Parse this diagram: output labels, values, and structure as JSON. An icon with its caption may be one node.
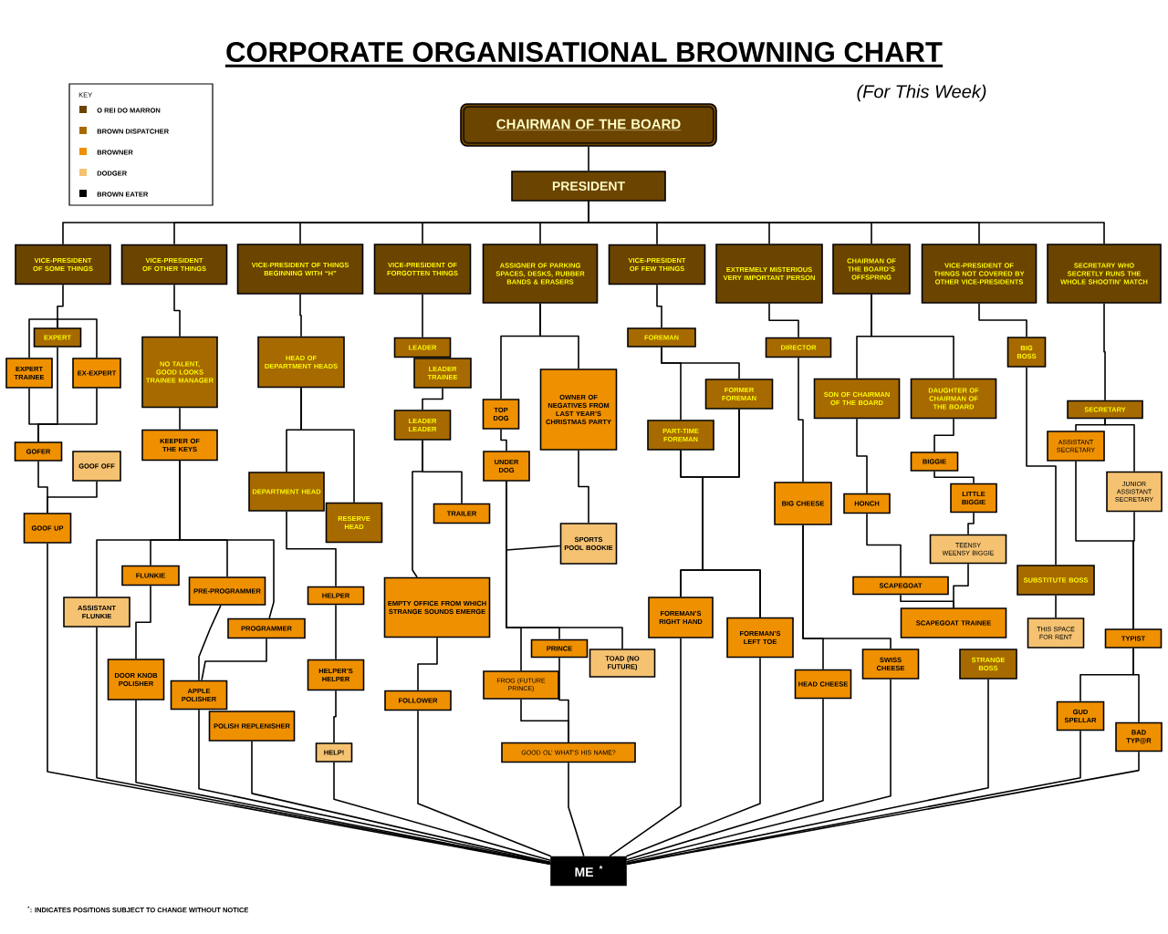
{
  "diagram": {
    "title": "CORPORATE ORGANISATIONAL BROWNING CHART",
    "nodes": [
      {
        "text": [
          "CHAIRMAN OF THE BOARD"
        ]
      },
      {
        "text": [
          "PRESIDENT"
        ]
      },
      {
        "text": [
          "VICE-PRESIDENT OF SOME THINGS"
        ]
      },
      {
        "text": [
          "VICE-PRESIDENT OF OTHER THINGS"
        ]
      },
      {
        "text": [
          "VICE-PRESIDENT OF THINGS BEGINNING WITH “H”"
        ]
      },
      {
        "text": [
          "VICE-PRESIDENT OF FORGOTTEN THINGS"
        ]
      },
      {
        "text": [
          "ASSIGNER OF PARKING SPACES, DESKS, RUBBER BANDS & ERASERS"
        ]
      },
      {
        "text": [
          "VICE-PRESIDENT OF FEW THINGS"
        ]
      },
      {
        "text": [
          "EXTREMELY MISTERIOUS VERY IMPORTANT PERSON"
        ]
      },
      {
        "text": [
          "CHAIRMAN OF THE BOARD’S OFFSPRING"
        ]
      },
      {
        "text": [
          "VICE-PRESIDENT OF THINGS NOT COVERED BY OTHER VICE-PRESIDENTS"
        ]
      },
      {
        "text": [
          "SECRETARY WHO SECRETLY RUNS THE WHOLE SHOOTIN’ MATCH"
        ]
      },
      {
        "text": [
          "EXPERT"
        ]
      },
      {
        "text": [
          "EXPERT TRAINEE"
        ]
      },
      {
        "text": [
          "EX-EXPERT"
        ]
      },
      {
        "text": [
          "GOFER"
        ]
      },
      {
        "text": [
          "GOOF OFF"
        ]
      },
      {
        "text": [
          "GOOF UP"
        ]
      },
      {
        "text": [
          "NO TALENT, GOOD LOOKS TRAINEE MANAGER"
        ]
      },
      {
        "text": [
          "KEEPER OF THE KEYS"
        ]
      },
      {
        "text": [
          "FLUNKIE"
        ]
      },
      {
        "text": [
          "ASSISTANT FLUNKIE"
        ]
      },
      {
        "text": [
          "PRE-PROGRAMMER"
        ]
      },
      {
        "text": [
          "PROGRAMMER"
        ]
      },
      {
        "text": [
          "DOOR KNOB POLISHER"
        ]
      },
      {
        "text": [
          "APPLE POLISHER"
        ]
      },
      {
        "text": [
          "POLISH REPLENISHER"
        ]
      },
      {
        "text": [
          "HEAD OF DEPARTMENT HEADS"
        ]
      },
      {
        "text": [
          "DEPARTMENT HEAD"
        ]
      },
      {
        "text": [
          "RESERVE HEAD"
        ]
      },
      {
        "text": [
          "HELPER"
        ]
      },
      {
        "text": [
          "HELPER’S HELPER"
        ]
      },
      {
        "text": [
          "HELP!"
        ]
      },
      {
        "text": [
          "LEADER"
        ]
      },
      {
        "text": [
          "LEADER TRAINEE"
        ]
      },
      {
        "text": [
          "LEADER LEADER"
        ]
      },
      {
        "text": [
          "TRAILER"
        ]
      },
      {
        "text": [
          "EMPTY OFFICE FROM WHICH STRANGE SOUNDS EMERGE"
        ]
      },
      {
        "text": [
          "FOLLOWER"
        ]
      },
      {
        "text": [
          "TOP DOG"
        ]
      },
      {
        "text": [
          "OWNER OF NEGATIVES FROM LAST YEAR’S CHRISTMAS PARTY"
        ]
      },
      {
        "text": [
          "UNDER DOG"
        ]
      },
      {
        "text": [
          "SPORTS POOL BOOKIE"
        ]
      },
      {
        "text": [
          "PRINCE"
        ]
      },
      {
        "text": [
          "TOAD (NO FUTURE)"
        ]
      },
      {
        "text": [
          "FROG (FUTURE PRINCE)"
        ]
      },
      {
        "text": [
          "GOOD OL’ WHAT’S HIS NAME?"
        ]
      },
      {
        "text": [
          "FOREMAN"
        ]
      },
      {
        "text": [
          "FORMER FOREMAN"
        ]
      },
      {
        "text": [
          "PART-TIME FOREMAN"
        ]
      },
      {
        "text": [
          "FOREMAN’S RIGHT HAND"
        ]
      },
      {
        "text": [
          "FOREMAN’S LEFT TOE"
        ]
      },
      {
        "text": [
          "DIRECTOR"
        ]
      },
      {
        "text": [
          "BIG CHEESE"
        ]
      },
      {
        "text": [
          "HEAD CHEESE"
        ]
      },
      {
        "text": [
          "SWISS CHEESE"
        ]
      },
      {
        "text": [
          "SON OF CHAIRMAN OF THE BOARD"
        ]
      },
      {
        "text": [
          "DAUGHTER OF CHAIRMAN OF THE BOARD"
        ]
      },
      {
        "text": [
          "HONCH"
        ]
      },
      {
        "text": [
          "BIGGIE"
        ]
      },
      {
        "text": [
          "LITTLE BIGGIE"
        ]
      },
      {
        "text": [
          "TEENSY WEENSY BIGGIE"
        ]
      },
      {
        "text": [
          "SCAPEGOAT"
        ]
      },
      {
        "text": [
          "SCAPEGOAT TRAINEE"
        ]
      },
      {
        "text": [
          "STRANGE BOSS"
        ]
      },
      {
        "text": [
          "BIG BOSS"
        ]
      },
      {
        "text": [
          "SUBSTITUTE BOSS"
        ]
      },
      {
        "text": [
          "THIS SPACE FOR RENT"
        ]
      },
      {
        "text": [
          "SECRETARY"
        ]
      },
      {
        "text": [
          "ASSISTANT SECRETARY"
        ]
      },
      {
        "text": [
          "JUNIOR ASSISTANT SECRETARY"
        ]
      },
      {
        "text": [
          "TYPIST"
        ]
      },
      {
        "text": [
          "GUD SPELLAR"
        ]
      },
      {
        "text": [
          "BAD TYP@R"
        ]
      },
      {
        "text": [
          "ME",
          "*"
        ]
      }
    ],
    "edges": [
      {
        "from": 0,
        "to": 1,
        "arrow": "none"
      },
      {
        "from": 1,
        "to": 2,
        "arrow": "none"
      },
      {
        "from": 1,
        "to": 3,
        "arrow": "none"
      },
      {
        "from": 1,
        "to": 4,
        "arrow": "none"
      },
      {
        "from": 1,
        "to": 5,
        "arrow": "none"
      },
      {
        "from": 1,
        "to": 6,
        "arrow": "none"
      },
      {
        "from": 1,
        "to": 7,
        "arrow": "none"
      },
      {
        "from": 1,
        "to": 8,
        "arrow": "none"
      },
      {
        "from": 1,
        "to": 9,
        "arrow": "none"
      },
      {
        "from": 1,
        "to": 10,
        "arrow": "none"
      },
      {
        "from": 1,
        "to": 11,
        "arrow": "none"
      },
      {
        "from": 2,
        "to": 12,
        "arrow": "none"
      },
      {
        "from": 12,
        "to": 13,
        "arrow": "none"
      },
      {
        "from": 12,
        "to": 14,
        "arrow": "none"
      },
      {
        "from": 12,
        "to": 15,
        "arrow": "none"
      },
      {
        "from": 13,
        "to": 15,
        "arrow": "none"
      },
      {
        "from": 14,
        "to": 15,
        "arrow": "none"
      },
      {
        "from": 15,
        "to": 17,
        "arrow": "none"
      },
      {
        "from": 16,
        "to": 17,
        "arrow": "none"
      },
      {
        "from": 3,
        "to": 18,
        "arrow": "none"
      },
      {
        "from": 18,
        "to": 19,
        "arrow": "none"
      },
      {
        "from": 19,
        "to": 21,
        "arrow": "none"
      },
      {
        "from": 19,
        "to": 20,
        "arrow": "none"
      },
      {
        "from": 19,
        "to": 22,
        "arrow": "none"
      },
      {
        "from": 19,
        "to": 23,
        "arrow": "none"
      },
      {
        "from": 20,
        "to": 24,
        "arrow": "none"
      },
      {
        "from": 22,
        "to": 25,
        "arrow": "none"
      },
      {
        "from": 23,
        "to": 25,
        "arrow": "none"
      },
      {
        "from": 4,
        "to": 27,
        "arrow": "none"
      },
      {
        "from": 27,
        "to": 28,
        "arrow": "none"
      },
      {
        "from": 27,
        "to": 29,
        "arrow": "none"
      },
      {
        "from": 28,
        "to": 30,
        "arrow": "none"
      },
      {
        "from": 30,
        "to": 31,
        "arrow": "none"
      },
      {
        "from": 31,
        "to": 32,
        "arrow": "none"
      },
      {
        "from": 5,
        "to": 33,
        "arrow": "none"
      },
      {
        "from": 34,
        "to": 35,
        "arrow": "none"
      },
      {
        "from": 35,
        "to": 36,
        "arrow": "none"
      },
      {
        "from": 35,
        "to": 37,
        "arrow": "none"
      },
      {
        "from": 37,
        "to": 38,
        "arrow": "none"
      },
      {
        "from": 6,
        "to": 39,
        "arrow": "none"
      },
      {
        "from": 6,
        "to": 40,
        "arrow": "none"
      },
      {
        "from": 39,
        "to": 41,
        "arrow": "none"
      },
      {
        "from": 41,
        "to": 42,
        "arrow": "none"
      },
      {
        "from": 40,
        "to": 42,
        "arrow": "none"
      },
      {
        "from": 41,
        "to": 45,
        "arrow": "none"
      },
      {
        "from": 41,
        "to": 43,
        "arrow": "none"
      },
      {
        "from": 41,
        "to": 44,
        "arrow": "none"
      },
      {
        "from": 45,
        "to": 46,
        "arrow": "none"
      },
      {
        "from": 43,
        "to": 46,
        "arrow": "none"
      },
      {
        "from": 7,
        "to": 47,
        "arrow": "none"
      },
      {
        "from": 47,
        "to": 48,
        "arrow": "none"
      },
      {
        "from": 47,
        "to": 49,
        "arrow": "none"
      },
      {
        "from": 48,
        "to": 50,
        "arrow": "none"
      },
      {
        "from": 48,
        "to": 51,
        "arrow": "none"
      },
      {
        "from": 49,
        "to": 50,
        "arrow": "none"
      },
      {
        "from": 49,
        "to": 51,
        "arrow": "none"
      },
      {
        "from": 8,
        "to": 52,
        "arrow": "none"
      },
      {
        "from": 52,
        "to": 53,
        "arrow": "none"
      },
      {
        "from": 53,
        "to": 54,
        "arrow": "none"
      },
      {
        "from": 53,
        "to": 55,
        "arrow": "none"
      },
      {
        "from": 9,
        "to": 56,
        "arrow": "none"
      },
      {
        "from": 9,
        "to": 57,
        "arrow": "none"
      },
      {
        "from": 56,
        "to": 58,
        "arrow": "none"
      },
      {
        "from": 58,
        "to": 62,
        "arrow": "none"
      },
      {
        "from": 62,
        "to": 63,
        "arrow": "none"
      },
      {
        "from": 57,
        "to": 59,
        "arrow": "none"
      },
      {
        "from": 59,
        "to": 60,
        "arrow": "none"
      },
      {
        "from": 60,
        "to": 61,
        "arrow": "none"
      },
      {
        "from": 61,
        "to": 63,
        "arrow": "none"
      },
      {
        "from": 10,
        "to": 65,
        "arrow": "none"
      },
      {
        "from": 65,
        "to": 66,
        "arrow": "none"
      },
      {
        "from": 66,
        "to": 67,
        "arrow": "none"
      },
      {
        "from": 11,
        "to": 68,
        "arrow": "none"
      },
      {
        "from": 68,
        "to": 69,
        "arrow": "none"
      },
      {
        "from": 68,
        "to": 70,
        "arrow": "none"
      },
      {
        "from": 69,
        "to": 71,
        "arrow": "none"
      },
      {
        "from": 70,
        "to": 71,
        "arrow": "none"
      },
      {
        "from": 71,
        "to": 72,
        "arrow": "none"
      },
      {
        "from": 71,
        "to": 73,
        "arrow": "none"
      },
      {
        "from": 17,
        "to": 74,
        "arrow": "none"
      },
      {
        "from": 21,
        "to": 74,
        "arrow": "none"
      },
      {
        "from": 24,
        "to": 74,
        "arrow": "none"
      },
      {
        "from": 25,
        "to": 74,
        "arrow": "none"
      },
      {
        "from": 26,
        "to": 74,
        "arrow": "none"
      },
      {
        "from": 32,
        "to": 74,
        "arrow": "none"
      },
      {
        "from": 38,
        "to": 74,
        "arrow": "none"
      },
      {
        "from": 46,
        "to": 74,
        "arrow": "none"
      },
      {
        "from": 50,
        "to": 74,
        "arrow": "none"
      },
      {
        "from": 51,
        "to": 74,
        "arrow": "none"
      },
      {
        "from": 54,
        "to": 74,
        "arrow": "none"
      },
      {
        "from": 55,
        "to": 74,
        "arrow": "none"
      },
      {
        "from": 64,
        "to": 74,
        "arrow": "none"
      },
      {
        "from": 72,
        "to": 74,
        "arrow": "none"
      },
      {
        "from": 73,
        "to": 74,
        "arrow": "none"
      }
    ],
    "labels": [
      "(For This Week)",
      "KEY",
      "$^{*}$: INDICATES POSITIONS SUBJECT TO CHANGE WITHOUT NOTICE"
    ],
    "legend": [
      {
        "text": "O REI DO MARRON",
        "color": "#6b4400"
      },
      {
        "text": "BROWN DISPATCHER",
        "color": "#a66a00"
      },
      {
        "text": "BROWNER",
        "color": "#ef9000"
      },
      {
        "text": "DODGER",
        "color": "#f5c272"
      },
      {
        "text": "BROWN EATER",
        "color": "#000000"
      }
    ]
  }
}
